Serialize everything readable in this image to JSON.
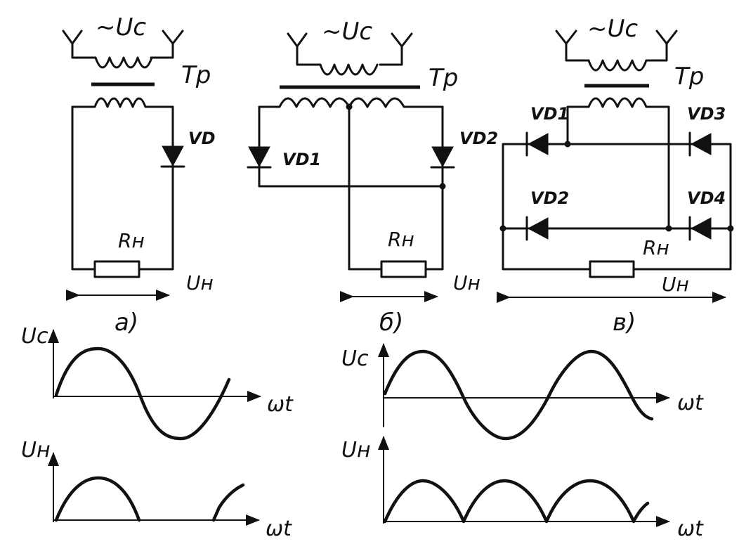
{
  "source_label": "~Uc",
  "transformer_label": "Tp",
  "load_label": "Rн",
  "load_voltage_label": "Uн",
  "input_voltage_label": "Uc",
  "time_axis_label": "ωt",
  "diagrams": [
    {
      "caption": "а)",
      "diodes": [
        "VD"
      ]
    },
    {
      "caption": "б)",
      "diodes": [
        "VD1",
        "VD2"
      ]
    },
    {
      "caption": "в)",
      "diodes": [
        "VD1",
        "VD2",
        "VD3",
        "VD4"
      ]
    }
  ],
  "waveforms": [
    {
      "input": "Uc",
      "output": "Uн",
      "axis": "ωt",
      "rectification": "half-wave"
    },
    {
      "input": "Uc",
      "output": "Uн",
      "axis": "ωt",
      "rectification": "full-wave"
    }
  ]
}
